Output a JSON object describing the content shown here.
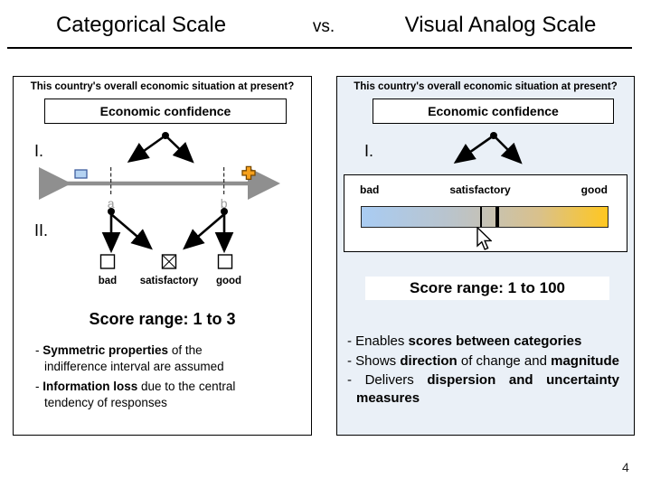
{
  "title": {
    "left": "Categorical Scale",
    "vs": "vs.",
    "right": "Visual Analog Scale"
  },
  "page_number": "4",
  "colors": {
    "right_panel_bg": "#eaf0f7",
    "axis_gray": "#8f8f8f",
    "marker_square_fill": "#b5d3f2",
    "marker_square_border": "#3f5e9e",
    "marker_cross_fill": "#f6a01c",
    "marker_cross_border": "#7a4a00",
    "vas_gradient_left": "#a9ccf3",
    "vas_gradient_mid": "#c3c2ba",
    "vas_gradient_right": "#ffc720"
  },
  "left_panel": {
    "question": "This country's overall economic situation at present?",
    "concept": "Economic confidence",
    "stage1_label": "I.",
    "stage2_label": "II.",
    "anchor_a": "a",
    "anchor_b": "b",
    "options": [
      {
        "label": "bad",
        "checked": false
      },
      {
        "label": "satisfactory",
        "checked": true
      },
      {
        "label": "good",
        "checked": false
      }
    ],
    "score_range": "Score range: 1 to 3",
    "bullets": [
      [
        {
          "t": "- "
        },
        {
          "t": "Symmetric properties",
          "b": true
        },
        {
          "t": " of the"
        },
        {
          "br": true
        },
        {
          "t": "indifference interval are assumed"
        }
      ],
      [
        {
          "t": "- "
        },
        {
          "t": "Information loss",
          "b": true
        },
        {
          "t": " due to the central"
        },
        {
          "br": true
        },
        {
          "t": "tendency of responses"
        }
      ]
    ]
  },
  "right_panel": {
    "question": "This country's overall economic situation at present?",
    "concept": "Economic confidence",
    "stage1_label": "I.",
    "scale_labels": [
      "bad",
      "satisfactory",
      "good"
    ],
    "score_range": "Score range: 1 to 100",
    "bullets": [
      [
        {
          "t": "- Enables "
        },
        {
          "t": "scores between categories",
          "b": true
        }
      ],
      [
        {
          "t": "- Shows "
        },
        {
          "t": "direction",
          "b": true
        },
        {
          "t": " of change and "
        },
        {
          "t": "magnitude",
          "b": true
        }
      ],
      [
        {
          "t": "- Delivers "
        },
        {
          "t": "dispersion and uncertainty measures",
          "b": true
        }
      ]
    ]
  }
}
